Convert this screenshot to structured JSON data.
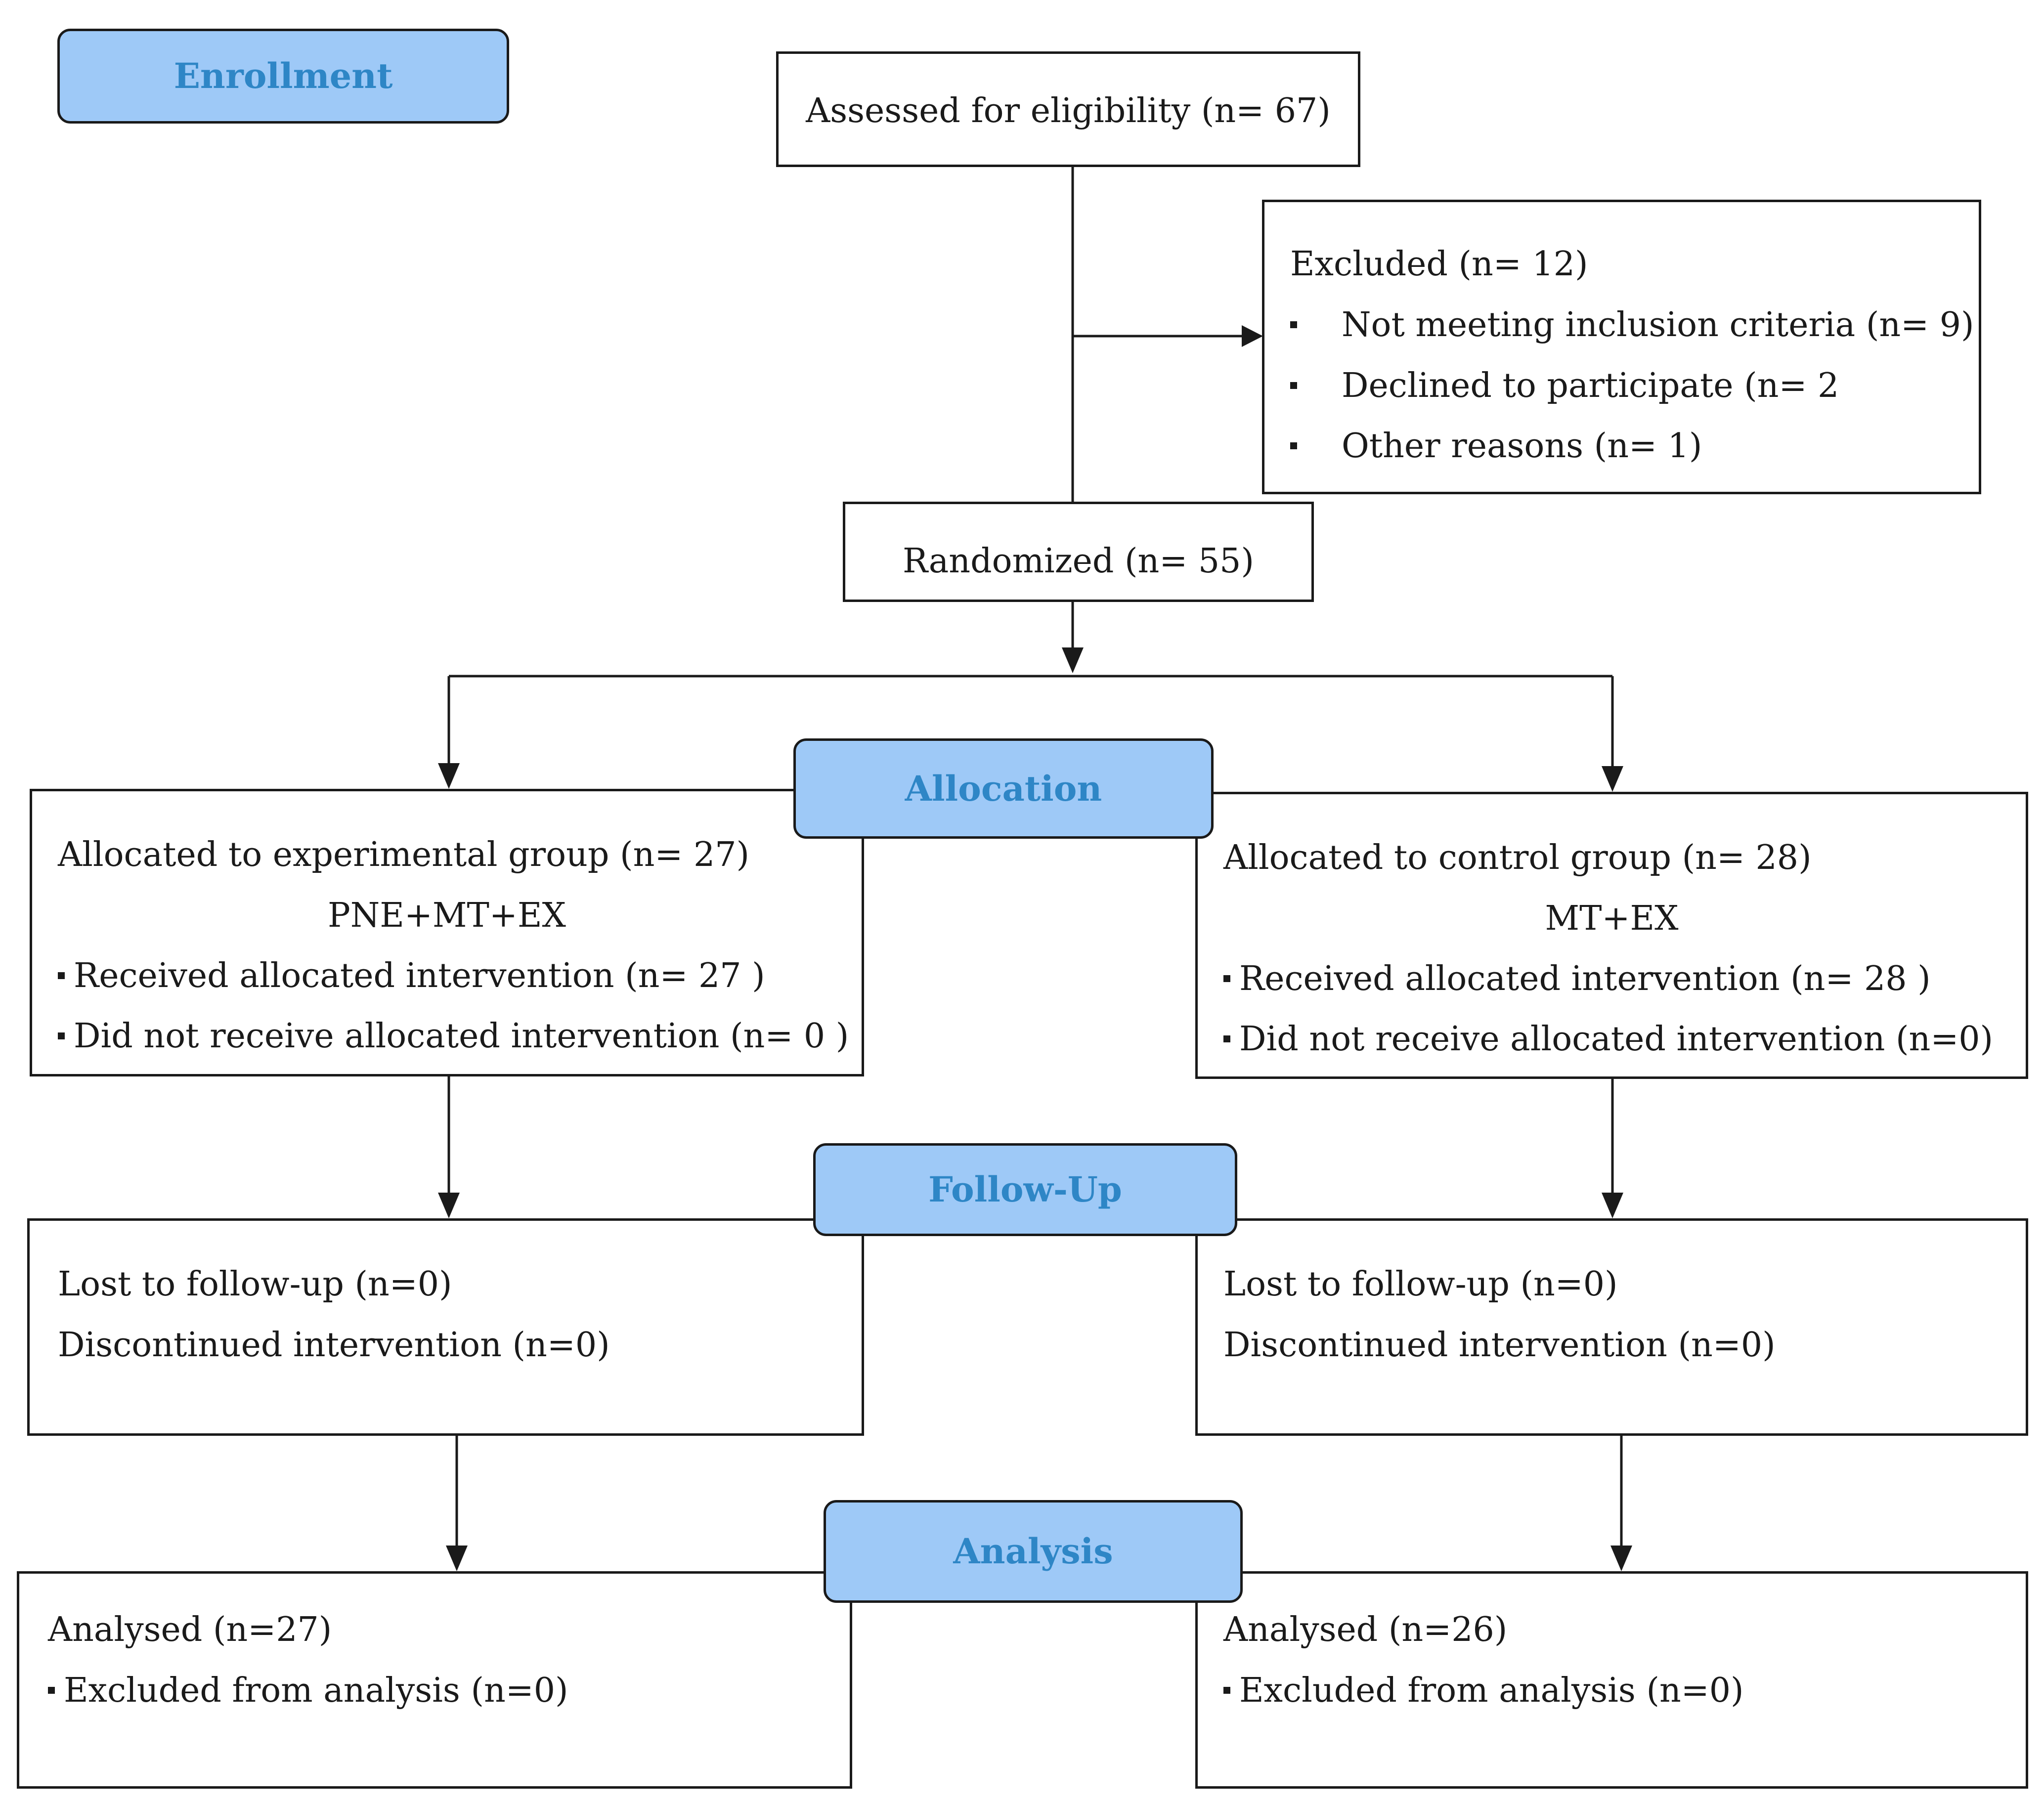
{
  "colors": {
    "pill_fill": "#9ec9f7",
    "pill_text": "#2e86c6",
    "line": "#1a1a1a"
  },
  "phases": {
    "enrollment": "Enrollment",
    "allocation": "Allocation",
    "follow_up": "Follow-Up",
    "analysis": "Analysis"
  },
  "assessed": {
    "text": "Assessed for eligibility (n= 67)"
  },
  "excluded": {
    "title": "Excluded (n= 12)",
    "items": [
      "Not meeting inclusion criteria (n= 9)",
      "Declined to participate (n= 2",
      "Other reasons (n= 1)"
    ]
  },
  "randomized": {
    "text": "Randomized (n= 55)"
  },
  "allocated_experimental": {
    "title": "Allocated to experimental group (n= 27)",
    "subtitle": "PNE+MT+EX",
    "items": [
      "Received allocated intervention (n= 27 )",
      "Did not receive allocated intervention (n= 0 )"
    ]
  },
  "allocated_control": {
    "title": "Allocated to control group (n= 28)",
    "subtitle": "MT+EX",
    "items": [
      "Received allocated intervention (n= 28 )",
      "Did not receive allocated intervention (n=0)"
    ]
  },
  "followup_experimental": {
    "lines": [
      "Lost to follow-up (n=0)",
      "Discontinued intervention (n=0)"
    ]
  },
  "followup_control": {
    "lines": [
      "Lost to follow-up (n=0)",
      "Discontinued intervention (n=0)"
    ]
  },
  "analysis_experimental": {
    "title": "Analysed (n=27)",
    "items": [
      "Excluded from analysis (n=0)"
    ]
  },
  "analysis_control": {
    "title": "Analysed (n=26)",
    "items": [
      "Excluded from analysis (n=0)"
    ]
  }
}
